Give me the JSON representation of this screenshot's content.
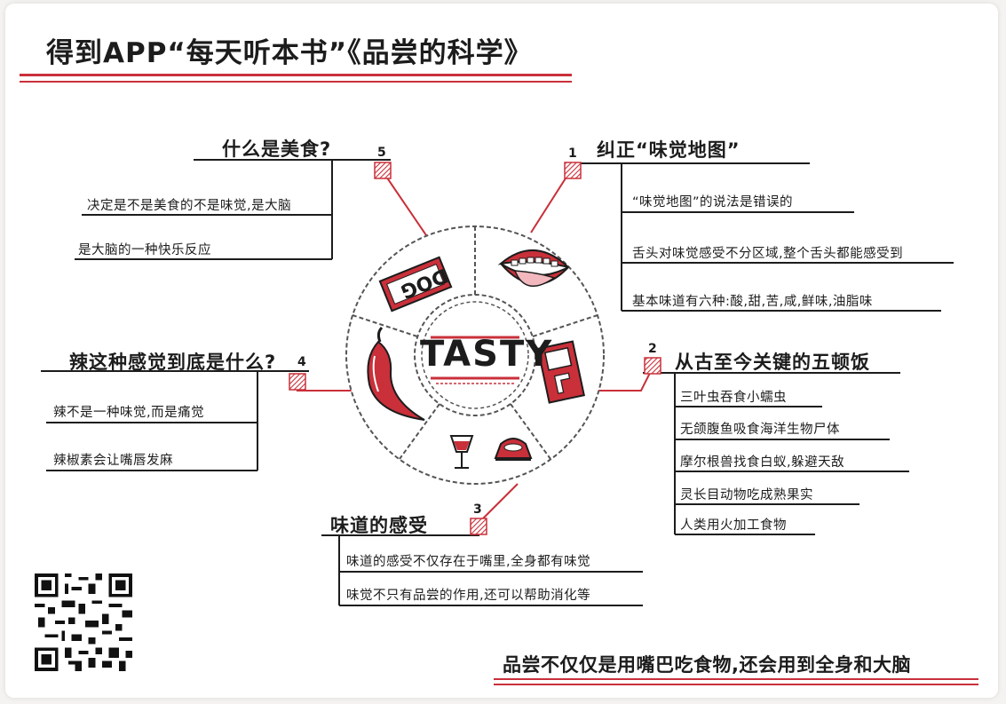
{
  "title": "得到APP“每天听本书”《品尝的科学》",
  "center": {
    "word": "TASTY",
    "dog_text": "DOG"
  },
  "branches": [
    {
      "number": "1",
      "heading": "纠正“味觉地图”",
      "items": [
        "“味觉地图”的说法是错误的",
        "舌头对味觉感受不分区域,整个舌头都能感受到",
        "基本味道有六种:酸,甜,苦,咸,鲜味,油脂味"
      ]
    },
    {
      "number": "2",
      "heading": "从古至今关键的五顿饭",
      "items": [
        "三叶虫吞食小蠕虫",
        "无颌腹鱼吸食海洋生物尸体",
        "摩尔根兽找食白蚁,躲避天敌",
        "灵长目动物吃成熟果实",
        "人类用火加工食物"
      ]
    },
    {
      "number": "3",
      "heading": "味道的感受",
      "items": [
        "味道的感受不仅存在于嘴里,全身都有味觉",
        "味觉不只有品尝的作用,还可以帮助消化等"
      ]
    },
    {
      "number": "4",
      "heading": "辣这种感觉到底是什么?",
      "items": [
        "辣不是一种味觉,而是痛觉",
        "辣椒素会让嘴唇发麻"
      ]
    },
    {
      "number": "5",
      "heading": "什么是美食?",
      "items": [
        "决定是不是美食的不是味觉,是大脑",
        "是大脑的一种快乐反应"
      ]
    }
  ],
  "bottom_note": "品尝不仅仅是用嘴巴吃食物,还会用到全身和大脑",
  "colors": {
    "accent": "#c9303a",
    "ink": "#1c1c1c"
  }
}
